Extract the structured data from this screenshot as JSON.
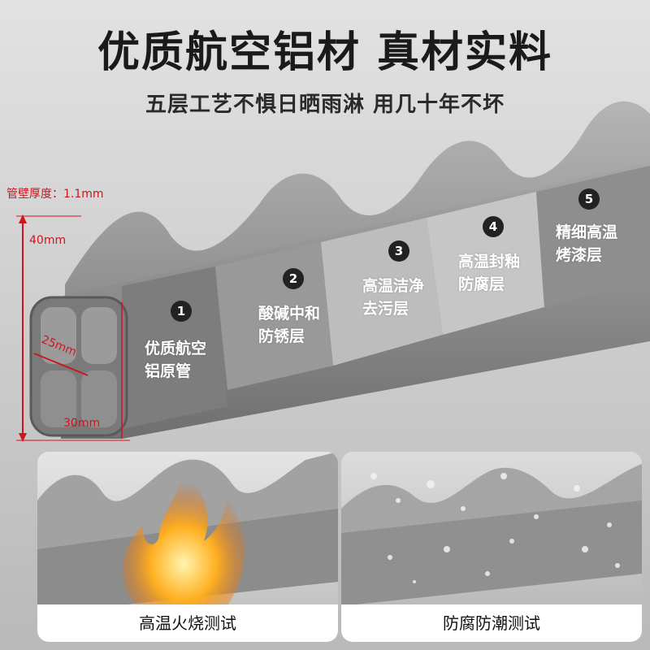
{
  "header": {
    "title": "优质航空铝材 真材实料",
    "subtitle": "五层工艺不惧日晒雨淋 用几十年不坏"
  },
  "dimensions": {
    "wall_thickness": "管壁厚度：1.1mm",
    "height": "40mm",
    "inner_width": "25mm",
    "width": "30mm"
  },
  "stages": [
    {
      "number": "1",
      "label_line1": "优质航空",
      "label_line2": "铝原管"
    },
    {
      "number": "2",
      "label_line1": "酸碱中和",
      "label_line2": "防锈层"
    },
    {
      "number": "3",
      "label_line1": "高温洁净",
      "label_line2": "去污层"
    },
    {
      "number": "4",
      "label_line1": "高温封釉",
      "label_line2": "防腐层"
    },
    {
      "number": "5",
      "label_line1": "精细高温",
      "label_line2": "烤漆层"
    }
  ],
  "panels": [
    {
      "caption": "高温火烧测试"
    },
    {
      "caption": "防腐防潮测试"
    }
  ],
  "colors": {
    "accent_red": "#d0141c",
    "tube_gray": "#8a8a8a",
    "background": "#cfcfcf"
  }
}
